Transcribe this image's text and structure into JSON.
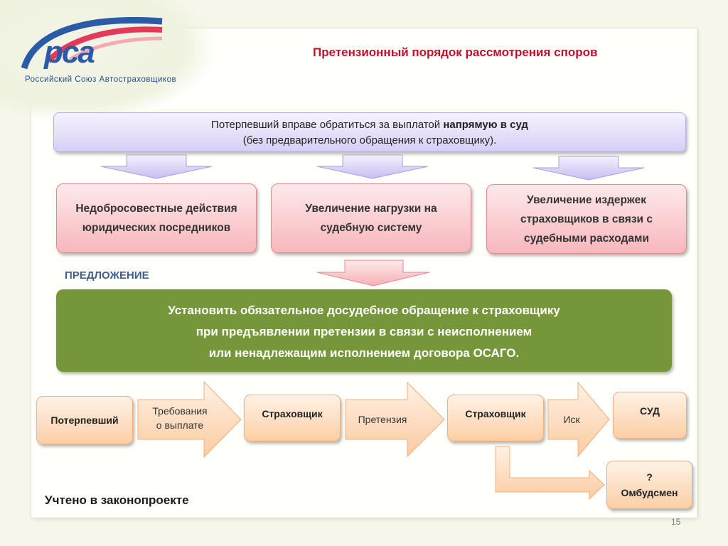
{
  "logo": {
    "mark": "рса",
    "org_name": "Российский Союз Автостраховщиков"
  },
  "title": "Претензионный порядок рассмотрения споров",
  "intro": {
    "line1_prefix": "Потерпевший вправе обратиться за выплатой ",
    "line1_bold": "напрямую в суд",
    "line2": "(без предварительного обращения к страховщику)."
  },
  "consequences": [
    "Недобросовестные действия юридических посредников",
    "Увеличение нагрузки на судебную систему",
    "Увеличение издержек страховщиков в связи с судебными расходами"
  ],
  "proposal_label": "ПРЕДЛОЖЕНИЕ",
  "proposal_lines": [
    "Установить обязательное досудебное обращение к страховщику",
    "при предъявлении претензии в связи с неисполнением",
    "или ненадлежащим исполнением договора ОСАГО."
  ],
  "flow": {
    "victim": "Потерпевший",
    "request_line1": "Требования",
    "request_line2": "о выплате",
    "insurer1": "Страховщик",
    "claim": "Претензия",
    "insurer2": "Страховщик",
    "lawsuit": "Иск",
    "court": "СУД",
    "ombudsman_q": "?",
    "ombudsman": "Омбудсмен"
  },
  "footer_note": "Учтено в законопроекте",
  "page_number": "15",
  "colors": {
    "title": "#c0102a",
    "green": "#76963a",
    "proposal_label": "#3d5f8f"
  }
}
